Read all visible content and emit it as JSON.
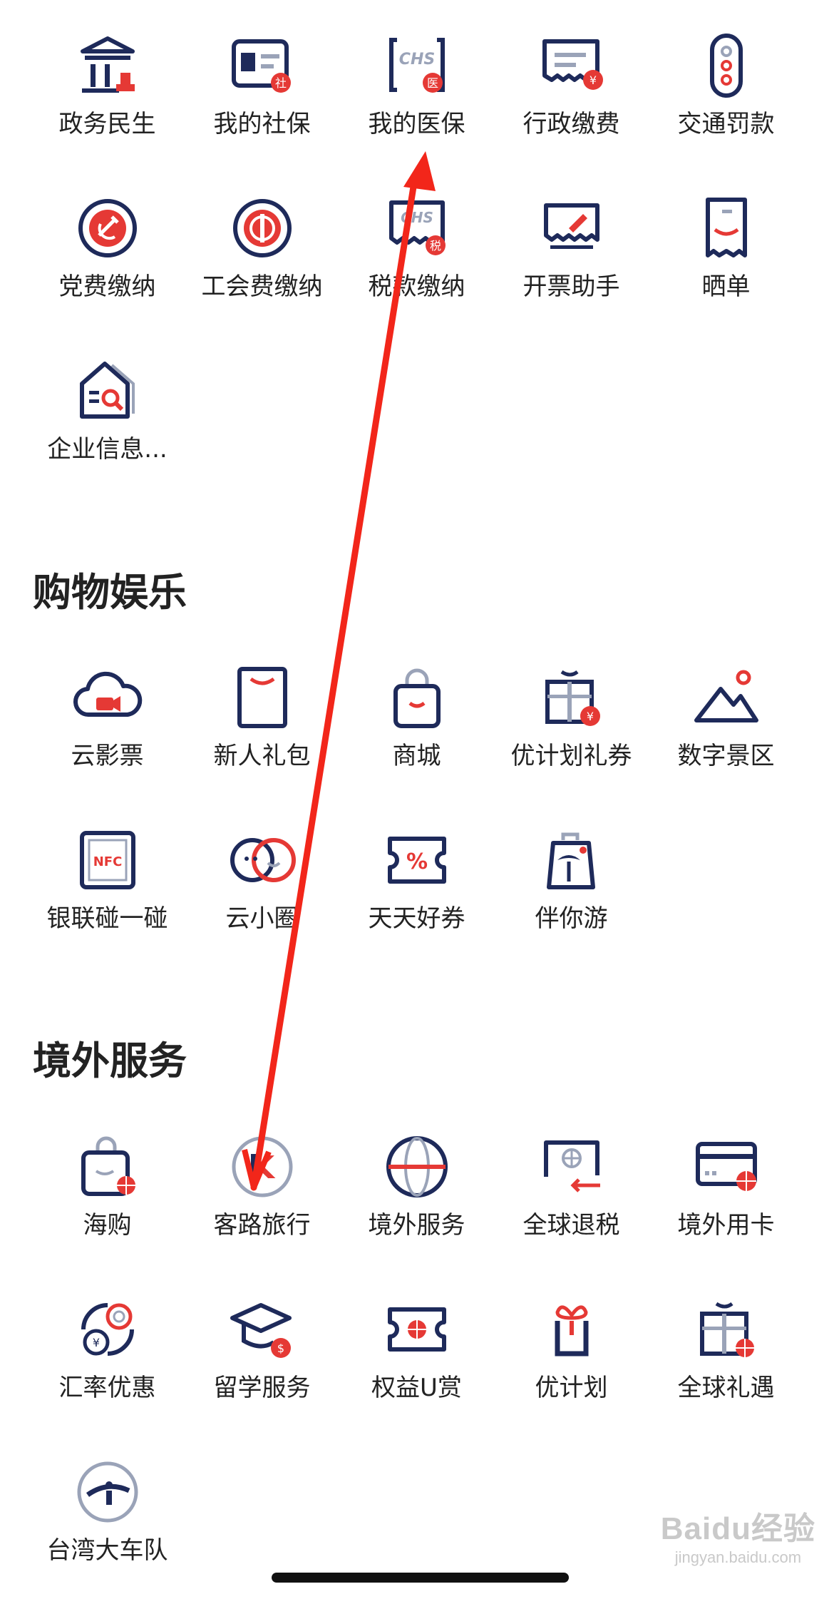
{
  "colors": {
    "navy": "#1e2a5a",
    "red": "#e53935",
    "arrow": "#f2261a"
  },
  "government": {
    "items": [
      {
        "label": "政务民生",
        "icon": "government-building-icon"
      },
      {
        "label": "我的社保",
        "icon": "social-security-card-icon",
        "badge": "社"
      },
      {
        "label": "我的医保",
        "icon": "medical-insurance-chs-icon",
        "badge": "医",
        "icon_text": "CHS"
      },
      {
        "label": "行政缴费",
        "icon": "administrative-fee-receipt-icon",
        "badge": "¥"
      },
      {
        "label": "交通罚款",
        "icon": "traffic-light-icon"
      },
      {
        "label": "党费缴纳",
        "icon": "party-emblem-icon"
      },
      {
        "label": "工会费缴纳",
        "icon": "union-emblem-icon"
      },
      {
        "label": "税款缴纳",
        "icon": "tax-payment-icon",
        "badge": "税",
        "icon_text": "CHS"
      },
      {
        "label": "开票助手",
        "icon": "invoice-assistant-icon"
      },
      {
        "label": "晒单",
        "icon": "receipt-share-icon"
      },
      {
        "label": "企业信息...",
        "icon": "enterprise-search-icon"
      }
    ]
  },
  "shopping": {
    "title": "购物娱乐",
    "items": [
      {
        "label": "云影票",
        "icon": "cloud-movie-ticket-icon"
      },
      {
        "label": "新人礼包",
        "icon": "newcomer-gift-bag-icon"
      },
      {
        "label": "商城",
        "icon": "mall-bag-icon"
      },
      {
        "label": "优计划礼券",
        "icon": "gift-voucher-icon",
        "badge": "¥"
      },
      {
        "label": "数字景区",
        "icon": "scenic-mountain-icon"
      },
      {
        "label": "银联碰一碰",
        "icon": "nfc-icon",
        "icon_text": "NFC"
      },
      {
        "label": "云小圈",
        "icon": "circles-icon"
      },
      {
        "label": "天天好券",
        "icon": "coupon-percent-icon",
        "icon_text": "%"
      },
      {
        "label": "伴你游",
        "icon": "travel-bag-palm-icon"
      }
    ]
  },
  "overseas": {
    "title": "境外服务",
    "items": [
      {
        "label": "海购",
        "icon": "overseas-shopping-icon"
      },
      {
        "label": "客路旅行",
        "icon": "klook-icon",
        "icon_text": "K"
      },
      {
        "label": "境外服务",
        "icon": "globe-icon"
      },
      {
        "label": "全球退税",
        "icon": "tax-refund-icon"
      },
      {
        "label": "境外用卡",
        "icon": "overseas-card-icon"
      },
      {
        "label": "汇率优惠",
        "icon": "exchange-rate-icon",
        "badge": "¥"
      },
      {
        "label": "留学服务",
        "icon": "study-abroad-icon",
        "badge": "$"
      },
      {
        "label": "权益U赏",
        "icon": "benefit-ticket-icon"
      },
      {
        "label": "优计划",
        "icon": "gift-box-icon"
      },
      {
        "label": "全球礼遇",
        "icon": "global-gift-icon"
      },
      {
        "label": "台湾大车队",
        "icon": "taiwan-taxi-icon"
      }
    ]
  },
  "watermark": {
    "main": "Baidu经验",
    "sub": "jingyan.baidu.com"
  }
}
